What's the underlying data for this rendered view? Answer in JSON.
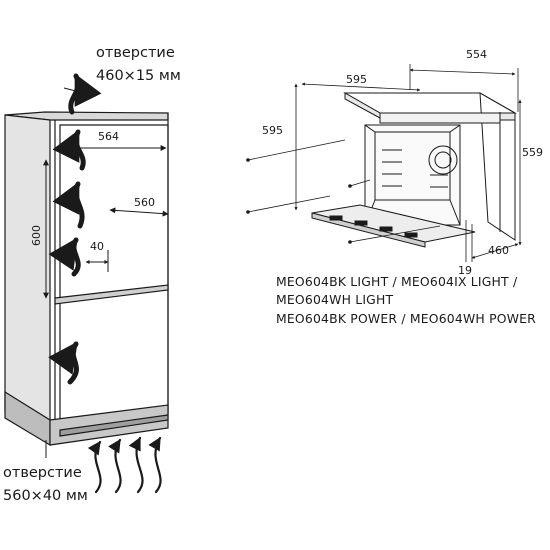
{
  "niche": {
    "top_vent": [
      "отверстие",
      "460×15 мм"
    ],
    "bottom_vent": [
      "отверстие",
      "560×40 мм"
    ],
    "width": "564",
    "depth": "560",
    "height": "600",
    "gap": "40"
  },
  "oven": {
    "width_top": "554",
    "width_front": "595",
    "height_front": "595",
    "height_side": "559",
    "depth": "460",
    "door": "19"
  },
  "models": [
    "MEO604BK LIGHT / MEO604IX LIGHT /",
    "MEO604WH LIGHT",
    "MEO604BK POWER / MEO604WH POWER"
  ]
}
